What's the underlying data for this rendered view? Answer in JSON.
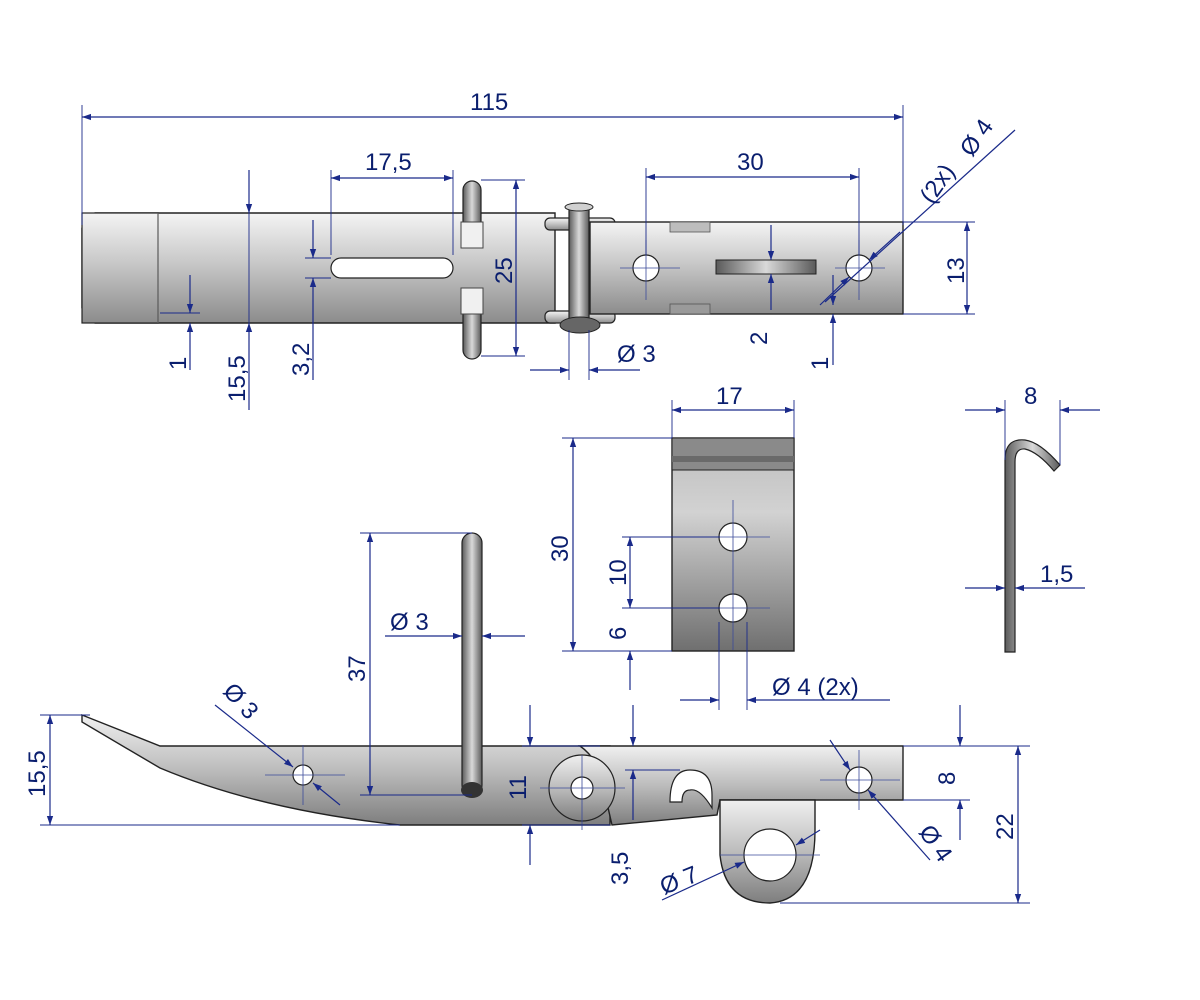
{
  "dimensions": {
    "overall_length": "115",
    "slot_length": "17,5",
    "latch_span": "30",
    "hole_note_2x": "(2x)",
    "hole_dia_4": "Ø 4",
    "plate_height": "13",
    "slot_height": "25",
    "edge_1_left": "1",
    "height_15_5_top": "15,5",
    "slot_width_3_2": "3,2",
    "pin_dia_3_top": "Ø 3",
    "slot_2": "2",
    "edge_1_right": "1",
    "keeper_width": "17",
    "keeper_height": "30",
    "keeper_hole_spacing": "10",
    "keeper_hole_offset": "6",
    "keeper_holes": "Ø 4  (2x)",
    "hook_width": "8",
    "hook_thickness": "1,5",
    "bail_height": "37",
    "bail_dia": "Ø 3",
    "side_hole_dia_3": "Ø 3",
    "side_height_15_5": "15,5",
    "hinge_11": "11",
    "hinge_3_5": "3,5",
    "eye_dia_7": "Ø 7",
    "plate_8": "8",
    "overall_22": "22",
    "side_hole_dia_4": "Ø 4"
  }
}
